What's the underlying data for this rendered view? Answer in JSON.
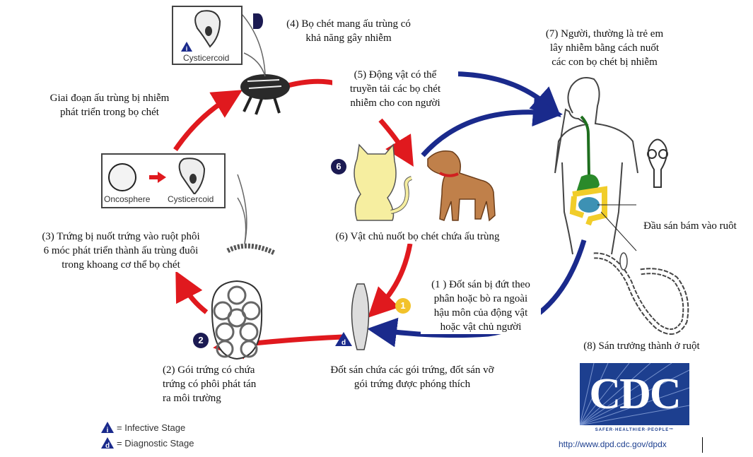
{
  "title": "Vòng đời sán dây Dipylidium caninum",
  "colors": {
    "host_arrow_red": "#e0191e",
    "human_arrow_blue": "#1a2a8c",
    "badge_navy": "#1b1a52",
    "badge_yellow": "#f2c22a",
    "cdc_blue": "#1d3f8f",
    "cat_fill": "#f6eea0",
    "dog_fill": "#c0804a",
    "stomach_green": "#2a8a2a",
    "colon_yellow": "#f1cd2a",
    "small_intestine_blue": "#3d91b4"
  },
  "stages": {
    "s1": {
      "badge": "1",
      "lines": [
        "(1 ) Đốt sán bị đứt theo",
        "phân hoặc bò ra ngoài",
        "hậu môn của động vật",
        "hoặc vật chủ người"
      ]
    },
    "s1b": {
      "lines": [
        "Đốt sán chứa các gói trứng, đốt sán vỡ",
        "gói trứng được phóng thích"
      ]
    },
    "s2": {
      "badge": "2",
      "lines": [
        "(2) Gói trứng có chứa",
        "trứng có phôi phát tán",
        "ra môi trường"
      ]
    },
    "s3": {
      "lines": [
        "(3) Trứng bị nuốt trứng vào ruột  phôi",
        "6 móc phát triển  thành ấu  trùng đuôi",
        "trong khoang  cơ thể bọ chét"
      ]
    },
    "s3b": {
      "lines": [
        "Giai đoạn ấu trùng bị nhiễm",
        "phát triển trong bọ chét"
      ]
    },
    "s4": {
      "lines": [
        "(4) Bọ chét mang ấu trùng có",
        "khả năng  gây nhiễm"
      ]
    },
    "s5": {
      "lines": [
        "(5) Động vật có thể",
        "truyền tải các bọ chét",
        "nhiễm cho con người"
      ]
    },
    "s6": {
      "badge": "6",
      "lines": [
        "(6) Vật chủ  nuốt  bọ chét chứa ấu trùng"
      ]
    },
    "s7": {
      "lines": [
        "(7) Người, thường là trẻ em",
        "lây  nhiễm bằng cách  nuốt",
        "các con bọ  chét bị nhiễm"
      ]
    },
    "s8": {
      "lines": [
        "(8) Sán trưởng thành ở ruột"
      ]
    },
    "scolex": {
      "lines": [
        "Đầu sán bám vào ruôt"
      ]
    }
  },
  "inset_labels": {
    "oncosphere": "Oncosphere",
    "cysticercoid": "Cysticercoid",
    "cysticercoid_top": "Cysticercoid"
  },
  "legend": [
    {
      "symbol": "i",
      "label": "= Infective Stage"
    },
    {
      "symbol": "d",
      "label": "= Diagnostic Stage"
    }
  ],
  "stage_markers": {
    "infective": "i",
    "diagnostic": "d"
  },
  "cdc": {
    "logo": "CDC",
    "tagline": "SAFER·HEALTHIER·PEOPLE™",
    "url": "http://www.dpd.cdc.gov/dpdx"
  }
}
